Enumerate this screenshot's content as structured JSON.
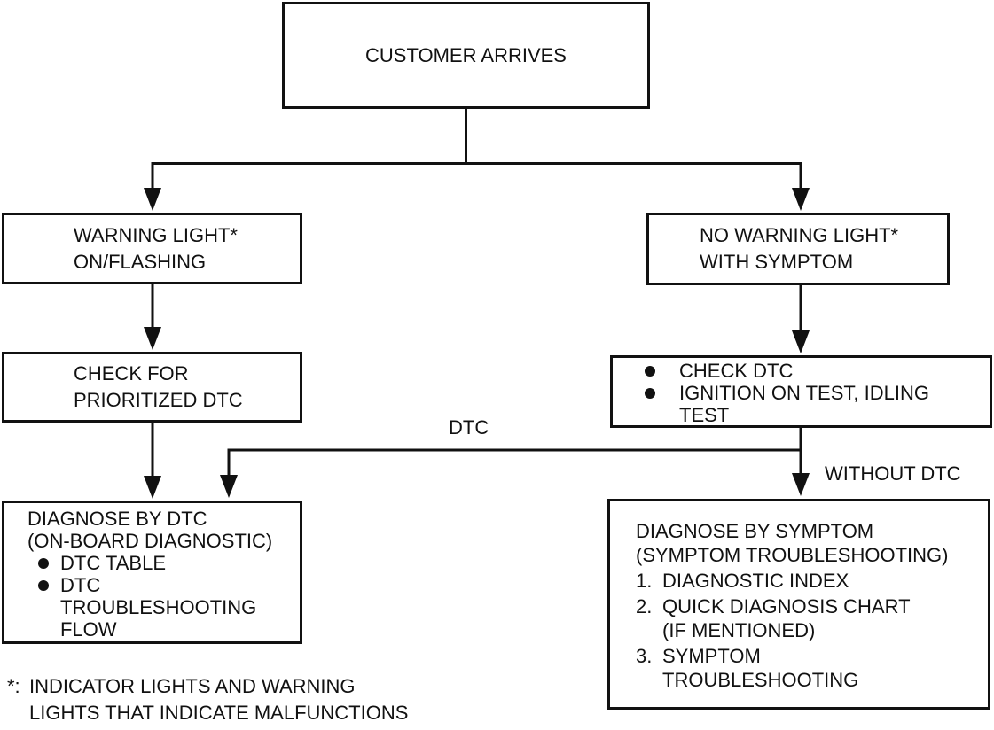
{
  "diagram": {
    "type": "flowchart",
    "line_color": "#111111",
    "background_color": "#ffffff",
    "nodes": {
      "customer_arrives": {
        "label": "CUSTOMER ARRIVES"
      },
      "warning_light": {
        "lines": [
          "WARNING LIGHT*",
          "ON/FLASHING"
        ]
      },
      "no_warning_light": {
        "lines": [
          "NO WARNING LIGHT*",
          "WITH SYMPTOM"
        ]
      },
      "check_prioritized_dtc": {
        "lines": [
          "CHECK FOR",
          "PRIORITIZED DTC"
        ]
      },
      "check_dtc": {
        "bullets": [
          {
            "lines": [
              "CHECK DTC"
            ]
          },
          {
            "lines": [
              "IGNITION ON TEST, IDLING",
              "TEST"
            ]
          }
        ]
      },
      "diagnose_by_dtc": {
        "title_lines": [
          "DIAGNOSE BY DTC",
          "(ON-BOARD DIAGNOSTIC)"
        ],
        "bullets": [
          {
            "lines": [
              "DTC TABLE"
            ]
          },
          {
            "lines": [
              "DTC",
              "TROUBLESHOOTING",
              "FLOW"
            ]
          }
        ]
      },
      "diagnose_by_symptom": {
        "title_lines": [
          "DIAGNOSE BY SYMPTOM",
          "(SYMPTOM TROUBLESHOOTING)"
        ],
        "items": [
          {
            "number": "1.",
            "lines": [
              "DIAGNOSTIC INDEX"
            ]
          },
          {
            "number": "2.",
            "lines": [
              "QUICK DIAGNOSIS CHART",
              "(IF MENTIONED)"
            ]
          },
          {
            "number": "3.",
            "lines": [
              "SYMPTOM",
              "TROUBLESHOOTING"
            ]
          }
        ]
      }
    },
    "edge_labels": {
      "dtc": "DTC",
      "without_dtc": "WITHOUT DTC"
    },
    "footnote": {
      "marker": "*:",
      "lines": [
        "INDICATOR LIGHTS AND WARNING",
        "LIGHTS THAT INDICATE MALFUNCTIONS"
      ]
    }
  }
}
